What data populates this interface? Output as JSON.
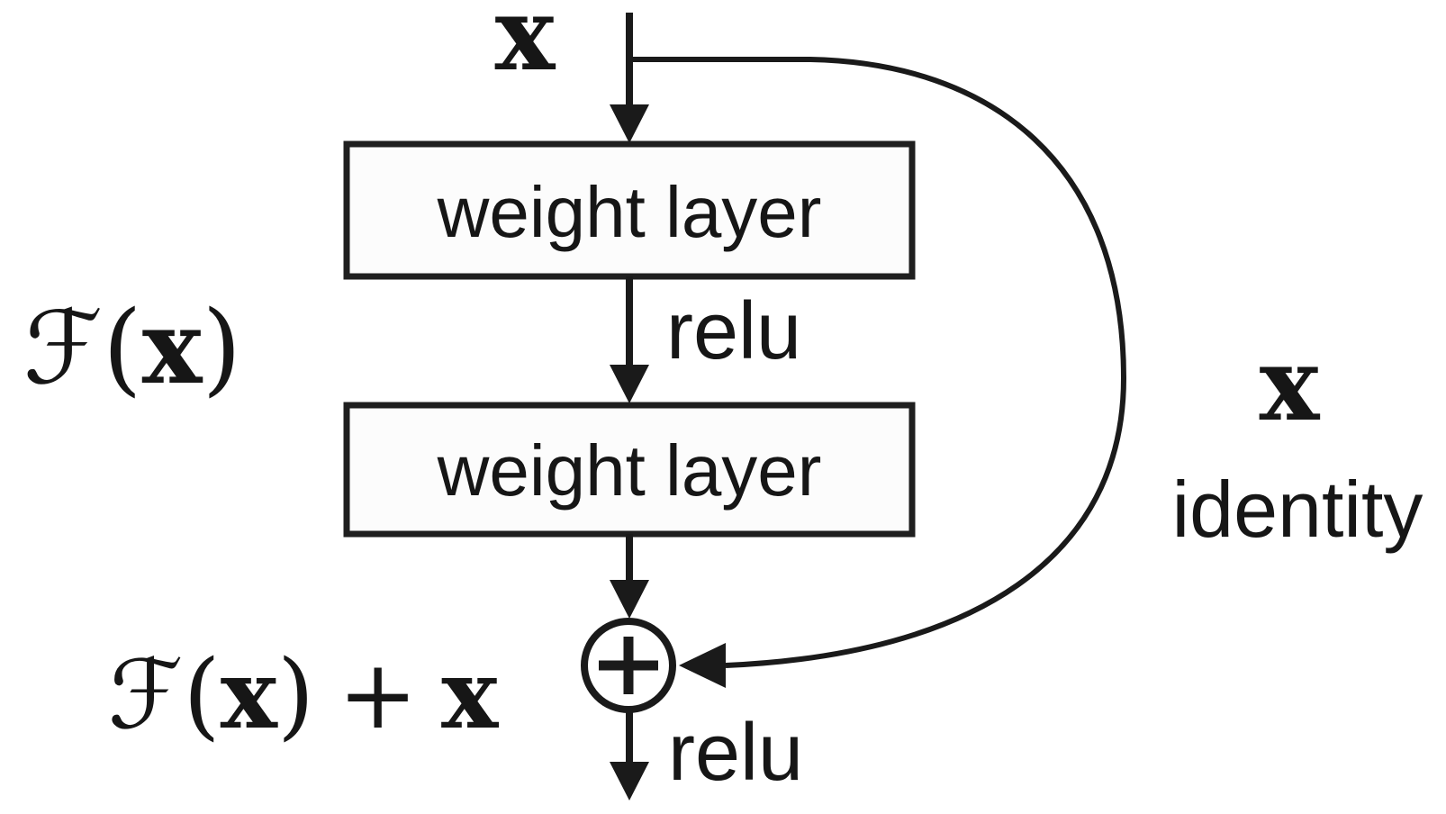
{
  "diagram": {
    "type": "neural-network-residual-block",
    "description": "Residual learning building block: two weight layers with relu activations and an identity skip connection into a circled-plus adder",
    "labels": {
      "input_x": "x",
      "relu_mid": "relu",
      "relu_out": "relu",
      "skip_x": "x",
      "skip_identity": "identity",
      "residual": {
        "prefix": "ℱ(",
        "x": "x",
        "suffix": ")"
      },
      "sum": {
        "prefix": "ℱ(",
        "x": "x",
        "suffix": ")",
        "plus": "+",
        "x2": "x"
      }
    },
    "layers": [
      {
        "label": "weight layer"
      },
      {
        "label": "weight layer"
      }
    ],
    "icons": {
      "adder": "⊕ circled-plus",
      "arrowhead": "▼ filled triangle"
    },
    "colors": {
      "background": "#ffffff",
      "stroke": "#1a1a1a",
      "text": "#161616",
      "box_fill": "#fcfcfc"
    }
  }
}
